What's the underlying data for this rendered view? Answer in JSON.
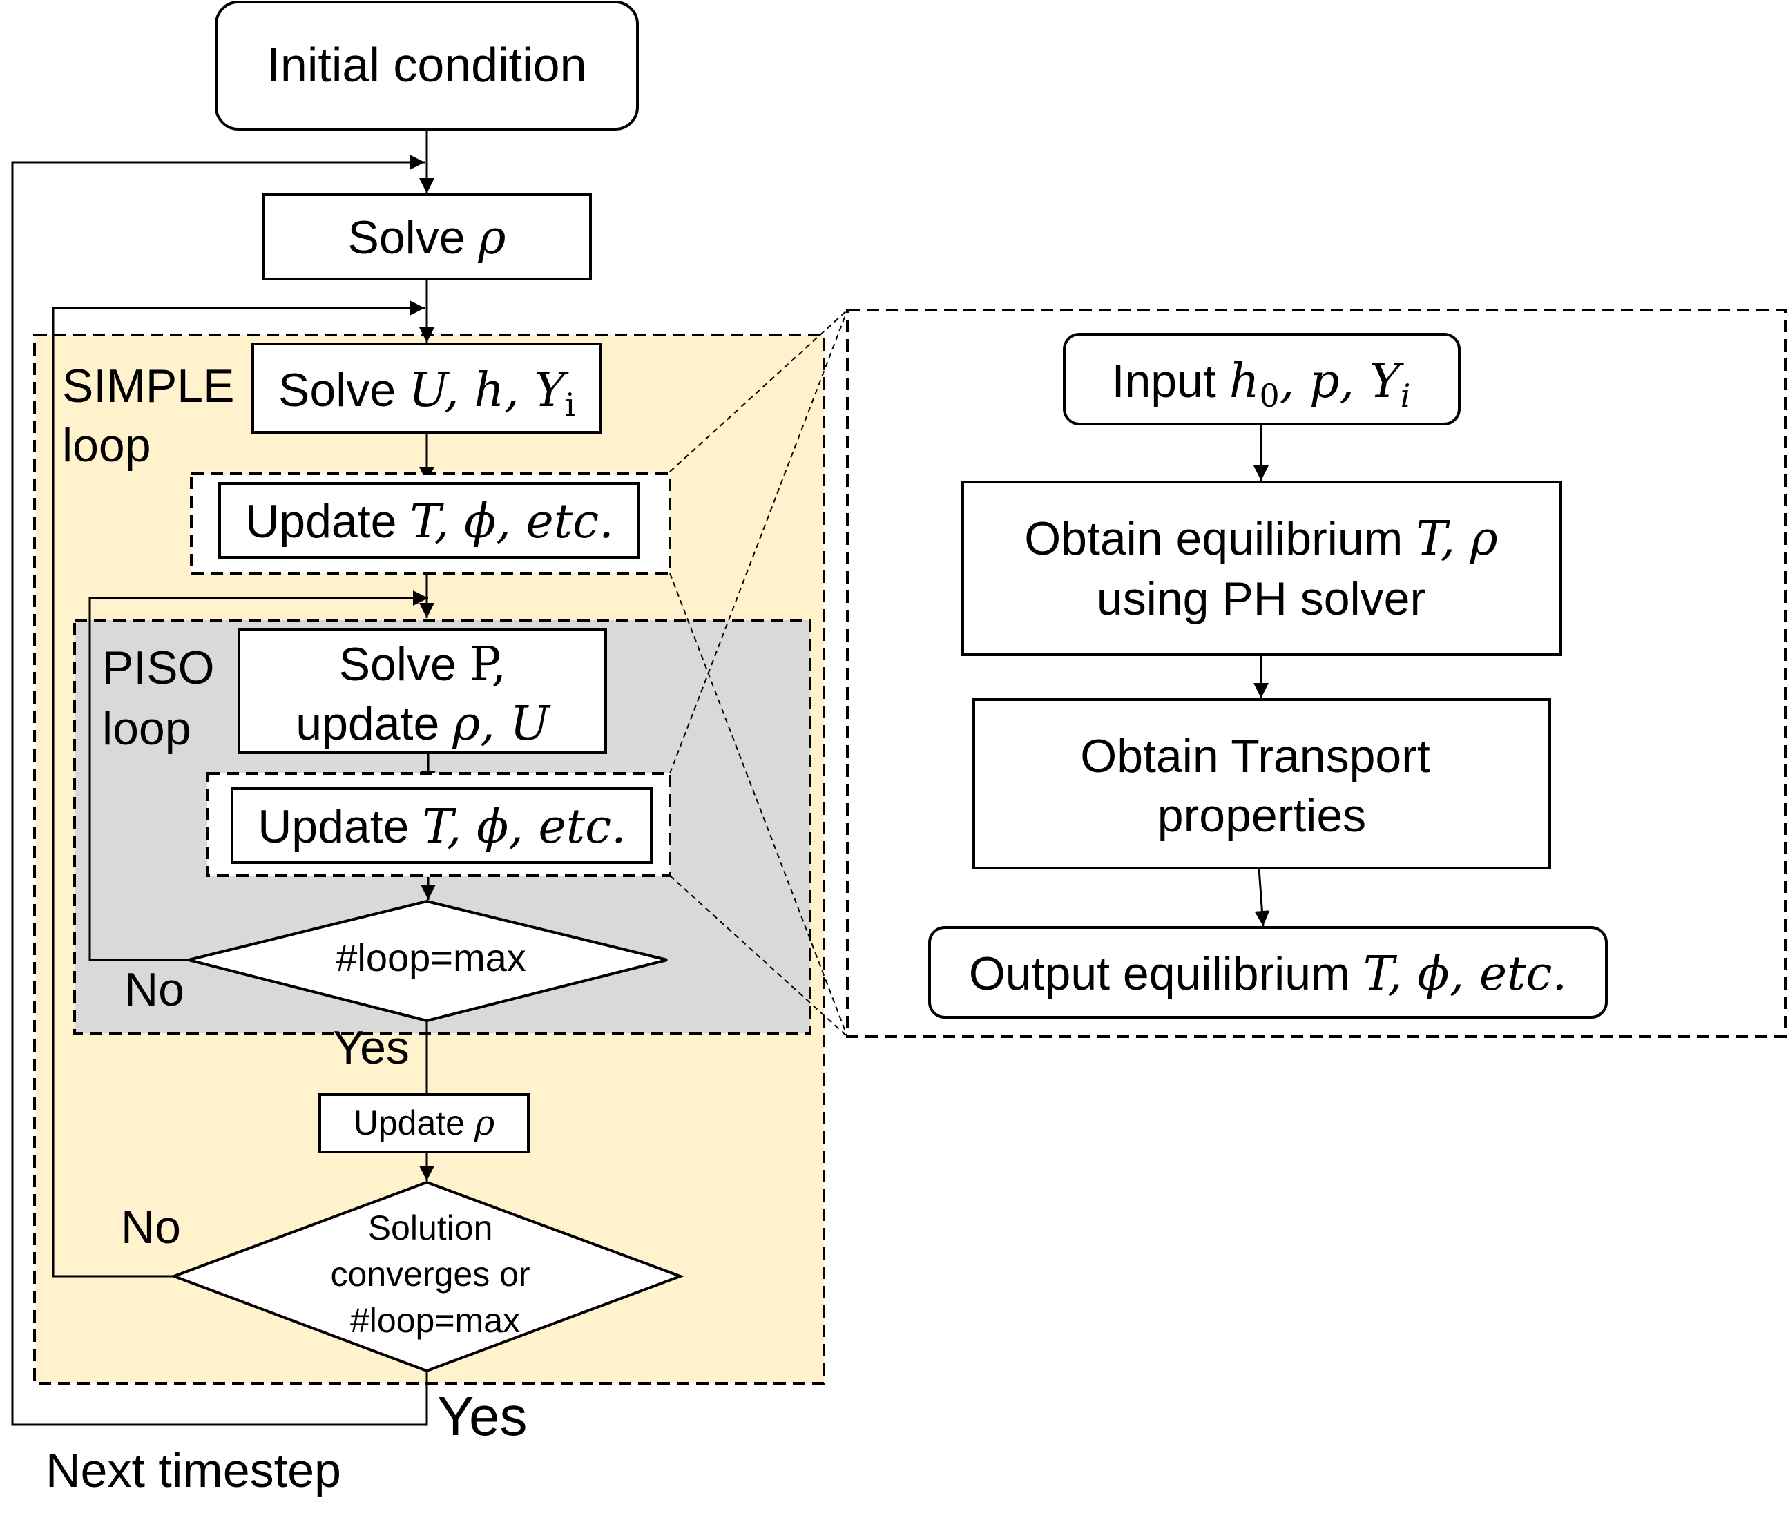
{
  "colors": {
    "simple_bg": "#FFF2CC",
    "piso_bg": "#D9D9D9",
    "stroke": "#000000"
  },
  "flow": {
    "initial": "Initial condition",
    "solve_rho": {
      "label": "Solve ",
      "math": "ρ"
    },
    "simple_label": [
      "SIMPLE",
      "loop"
    ],
    "solve_uhy": {
      "label": "Solve ",
      "math": "U, h, Y",
      "sub": "i"
    },
    "update_t1": {
      "label": "Update ",
      "math": "T, ϕ, etc."
    },
    "piso_label": [
      "PISO",
      "loop"
    ],
    "solve_p": {
      "line1": "Solve ",
      "line1_math": "P,",
      "line2": "update ",
      "line2_math": "ρ, U"
    },
    "update_t2": {
      "label": "Update ",
      "math": "T, ϕ, etc."
    },
    "piso_check": "#loop=max",
    "no_1": "No",
    "yes_1": "Yes",
    "update_rho": {
      "label": "Update ",
      "math": "ρ"
    },
    "converge_check": [
      "Solution",
      "converges or",
      "#loop=max"
    ],
    "no_2": "No",
    "yes_2": "Yes",
    "next_timestep": "Next timestep"
  },
  "detail": {
    "input": {
      "label": "Input ",
      "math": "h",
      "sub": "0",
      "math2": ", p, Y",
      "sub2": "i"
    },
    "equilibrium": {
      "line1": "Obtain equilibrium ",
      "line1_math": "T, ρ",
      "line2": "using PH solver"
    },
    "transport": [
      "Obtain Transport",
      "properties"
    ],
    "output": {
      "label": "Output equilibrium ",
      "math": "T, ϕ, etc."
    }
  }
}
